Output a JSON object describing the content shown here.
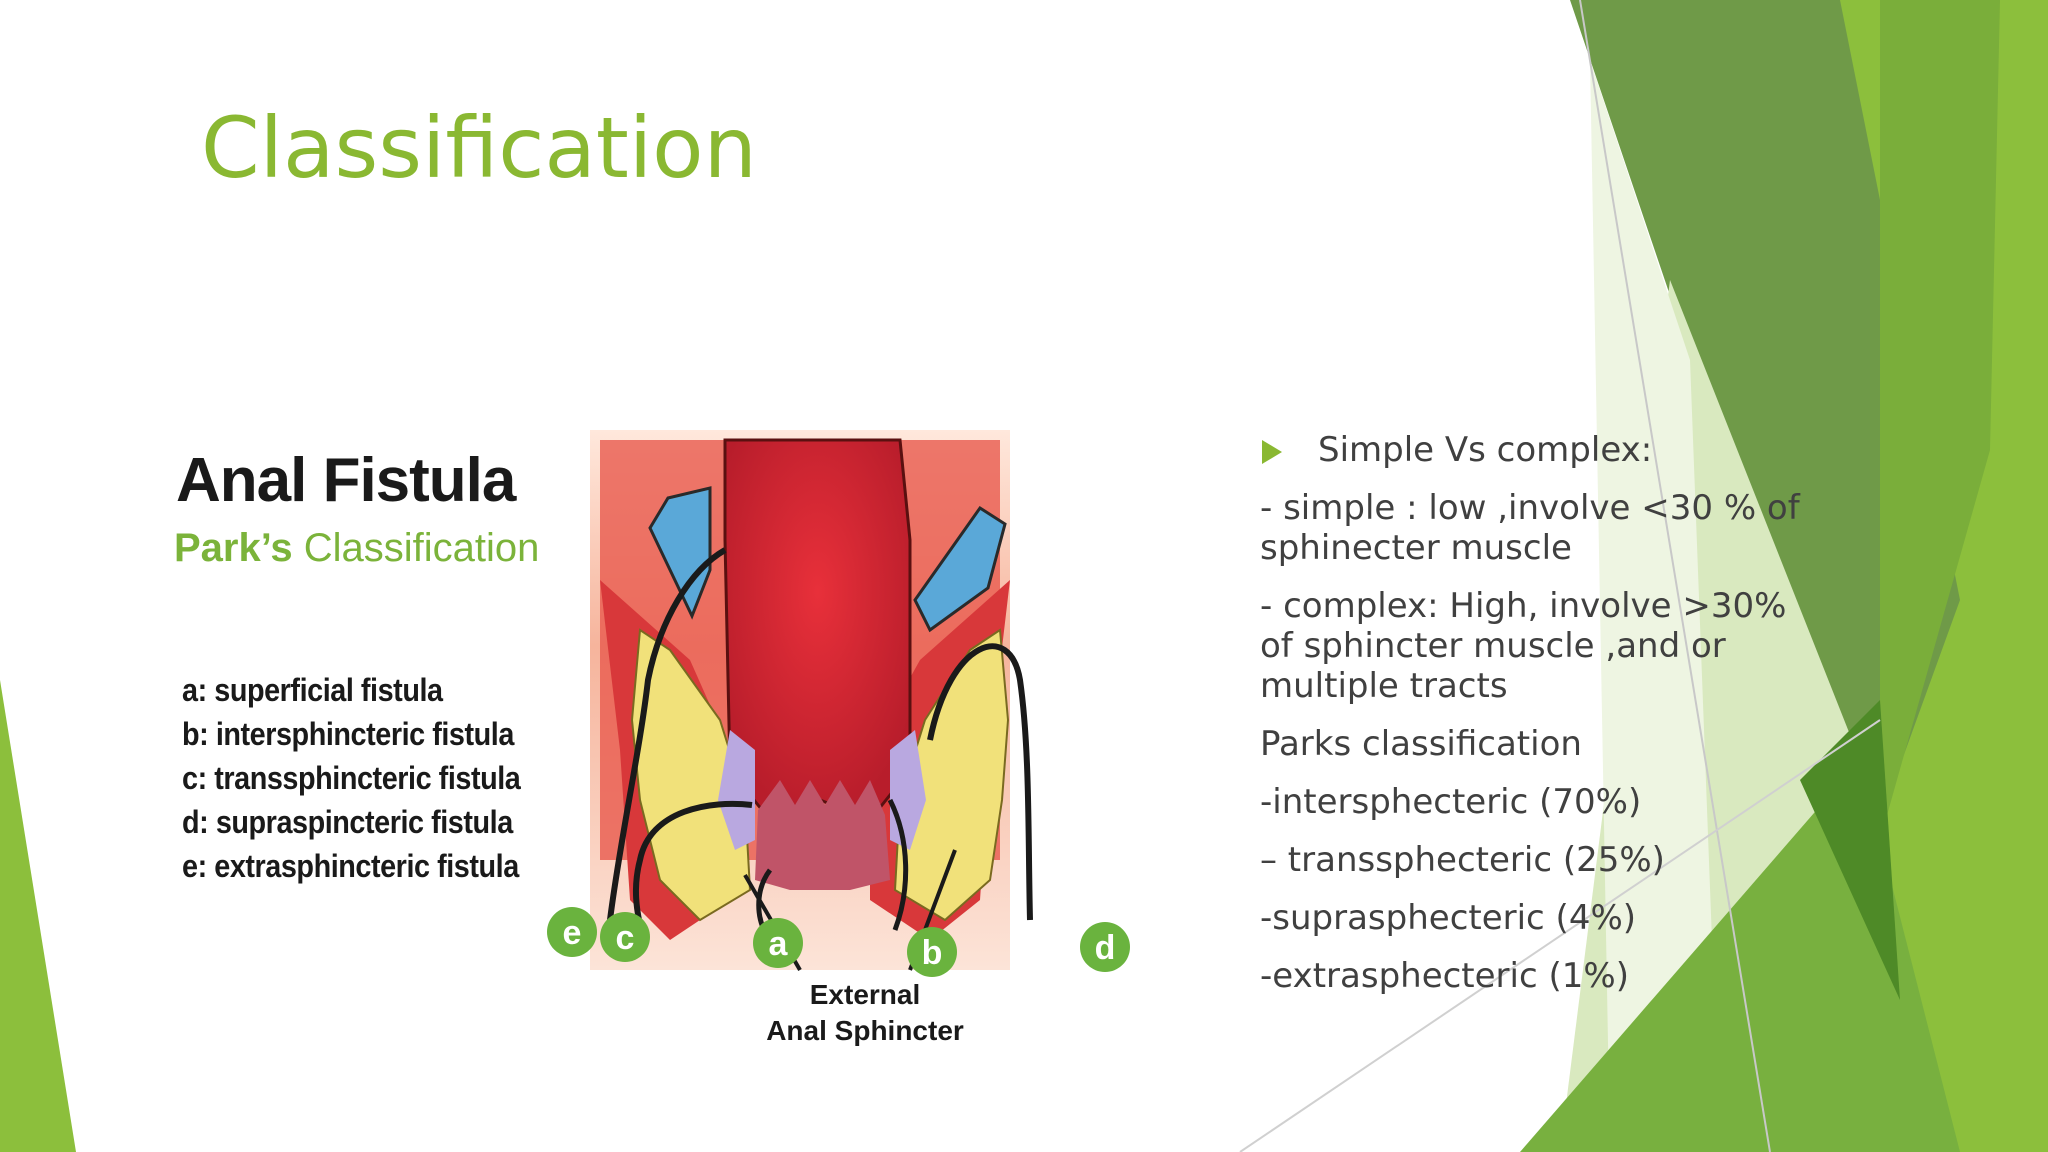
{
  "slide": {
    "title": "Classification",
    "accent_color": "#8ab832"
  },
  "figure": {
    "title": "Anal Fistula",
    "subtitle_bold": "Park’s",
    "subtitle_rest": " Classification",
    "legend": [
      "a: superficial fistula",
      "b: intersphincteric fistula",
      "c: transsphincteric fistula",
      "d: supraspincteric fistula",
      "e: extrasphincteric fistula"
    ],
    "markers": [
      "e",
      "c",
      "a",
      "b",
      "d"
    ],
    "sphincter_label_line1": "External",
    "sphincter_label_line2": "Anal Sphincter"
  },
  "content": {
    "bullet": "Simple Vs complex:",
    "lines": [
      "- simple : low ,involve <30 % of sphinecter muscle",
      "- complex: High, involve >30% of sphincter muscle ,and or multiple tracts",
      "Parks classification",
      "-intersphecteric (70%)",
      "– transsphecteric (25%)",
      "-suprasphecteric (4%)",
      "-extrasphecteric (1%)"
    ]
  }
}
